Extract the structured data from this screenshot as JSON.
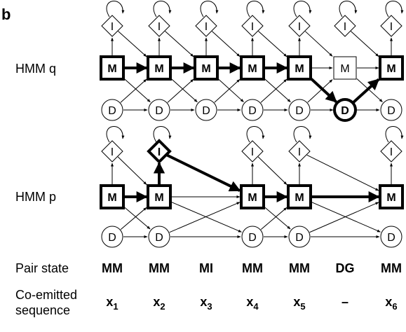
{
  "panel_label": "b",
  "hmm_q": {
    "label": "HMM q",
    "state_m": "M",
    "state_i": "I",
    "state_d": "D"
  },
  "hmm_p": {
    "label": "HMM p",
    "state_m": "M",
    "state_i": "I",
    "state_d": "D"
  },
  "pair_state": {
    "label": "Pair state",
    "values": [
      "MM",
      "MM",
      "MI",
      "MM",
      "MM",
      "DG",
      "MM"
    ]
  },
  "coemitted": {
    "label_line1": "Co-emitted",
    "label_line2": "sequence",
    "values": [
      {
        "base": "x",
        "sub": "1"
      },
      {
        "base": "x",
        "sub": "2"
      },
      {
        "base": "x",
        "sub": "3"
      },
      {
        "base": "x",
        "sub": "4"
      },
      {
        "base": "x",
        "sub": "5"
      },
      {
        "base": "–",
        "sub": ""
      },
      {
        "base": "x",
        "sub": "6"
      }
    ]
  }
}
